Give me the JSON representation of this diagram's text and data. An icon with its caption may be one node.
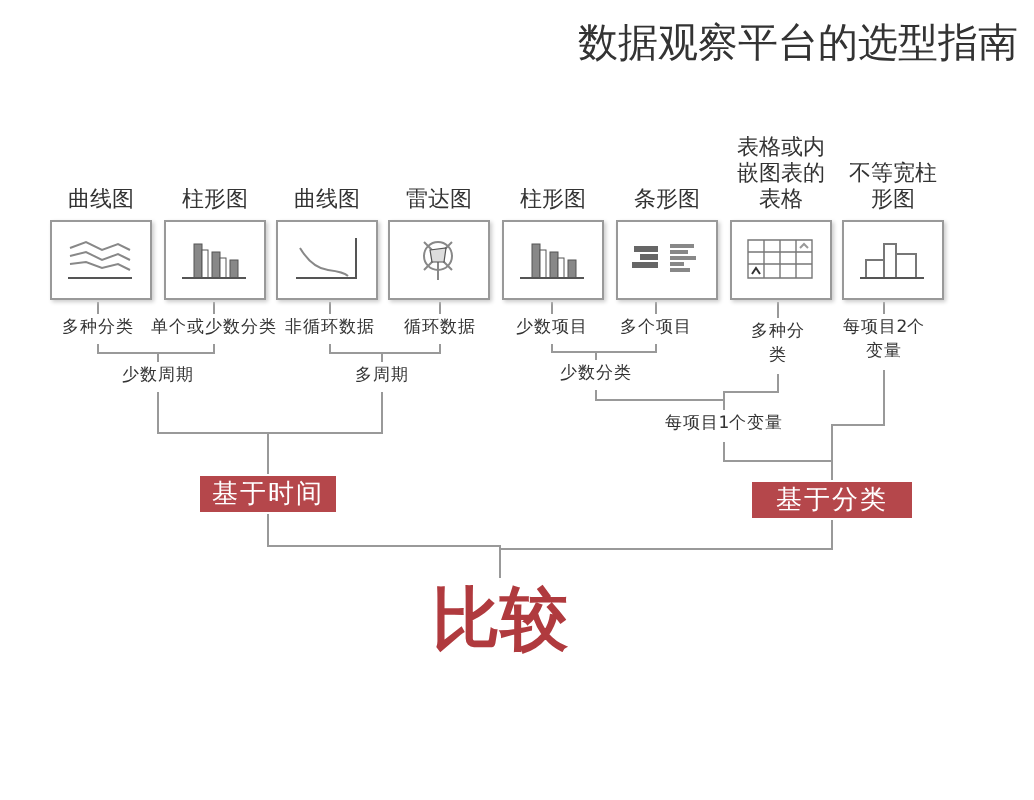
{
  "diagram": {
    "title": "数据观察平台的选型指南",
    "nodes": [
      {
        "text": [
          "曲线图"
        ]
      },
      {
        "text": [
          "柱形图"
        ]
      },
      {
        "text": [
          "曲线图"
        ]
      },
      {
        "text": [
          "雷达图"
        ]
      },
      {
        "text": [
          "柱形图"
        ]
      },
      {
        "text": [
          "条形图"
        ]
      },
      {
        "text": [
          "表格或内嵌图表的表格"
        ]
      },
      {
        "text": [
          "不等宽柱形图"
        ]
      },
      {
        "text": [
          "多种分类"
        ]
      },
      {
        "text": [
          "单个或少数分类"
        ]
      },
      {
        "text": [
          "非循环数据"
        ]
      },
      {
        "text": [
          "循环数据"
        ]
      },
      {
        "text": [
          "少数项目"
        ]
      },
      {
        "text": [
          "多个项目"
        ]
      },
      {
        "text": [
          "多种分类"
        ]
      },
      {
        "text": [
          "每项目2个变量"
        ]
      },
      {
        "text": [
          "少数周期"
        ]
      },
      {
        "text": [
          "多周期"
        ]
      },
      {
        "text": [
          "少数分类"
        ]
      },
      {
        "text": [
          "每项目1个变量"
        ]
      },
      {
        "text": [
          "基于时间"
        ]
      },
      {
        "text": [
          "基于分类"
        ]
      },
      {
        "text": [
          "比较"
        ]
      }
    ],
    "edges": [
      {
        "from": 0,
        "to": 8,
        "arrow": "none"
      },
      {
        "from": 1,
        "to": 9,
        "arrow": "none"
      },
      {
        "from": 2,
        "to": 10,
        "arrow": "none"
      },
      {
        "from": 3,
        "to": 11,
        "arrow": "none"
      },
      {
        "from": 4,
        "to": 12,
        "arrow": "none"
      },
      {
        "from": 5,
        "to": 13,
        "arrow": "none"
      },
      {
        "from": 6,
        "to": 14,
        "arrow": "none"
      },
      {
        "from": 7,
        "to": 15,
        "arrow": "none"
      },
      {
        "from": 8,
        "to": 16,
        "arrow": "none"
      },
      {
        "from": 9,
        "to": 16,
        "arrow": "none"
      },
      {
        "from": 10,
        "to": 17,
        "arrow": "none"
      },
      {
        "from": 11,
        "to": 17,
        "arrow": "none"
      },
      {
        "from": 12,
        "to": 18,
        "arrow": "none"
      },
      {
        "from": 13,
        "to": 18,
        "arrow": "none"
      },
      {
        "from": 18,
        "to": 19,
        "arrow": "none"
      },
      {
        "from": 14,
        "to": 19,
        "arrow": "none"
      },
      {
        "from": 16,
        "to": 20,
        "arrow": "none"
      },
      {
        "from": 17,
        "to": 20,
        "arrow": "none"
      },
      {
        "from": 19,
        "to": 21,
        "arrow": "none"
      },
      {
        "from": 15,
        "to": 21,
        "arrow": "none"
      },
      {
        "from": 20,
        "to": 22,
        "arrow": "none"
      },
      {
        "from": 21,
        "to": 22,
        "arrow": "none"
      }
    ]
  }
}
